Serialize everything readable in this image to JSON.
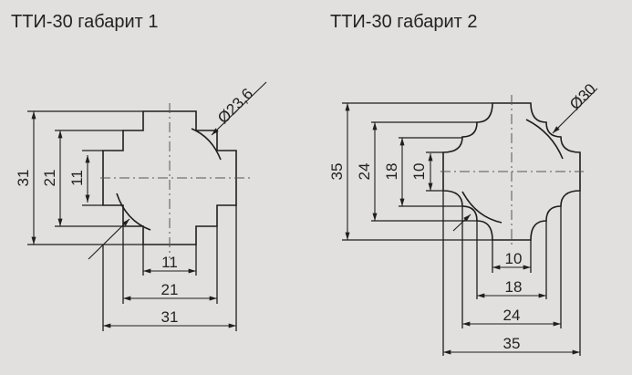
{
  "diagram1": {
    "title": "ТТИ-30 габарит 1",
    "diameter_label": "Ø23,6",
    "vertical_dims": [
      "31",
      "21",
      "11"
    ],
    "horizontal_dims": [
      "11",
      "21",
      "31"
    ]
  },
  "diagram2": {
    "title": "ТТИ-30 габарит 2",
    "diameter_label": "Ø30",
    "vertical_dims": [
      "35",
      "24",
      "18",
      "10"
    ],
    "horizontal_dims": [
      "10",
      "18",
      "24",
      "35"
    ]
  }
}
